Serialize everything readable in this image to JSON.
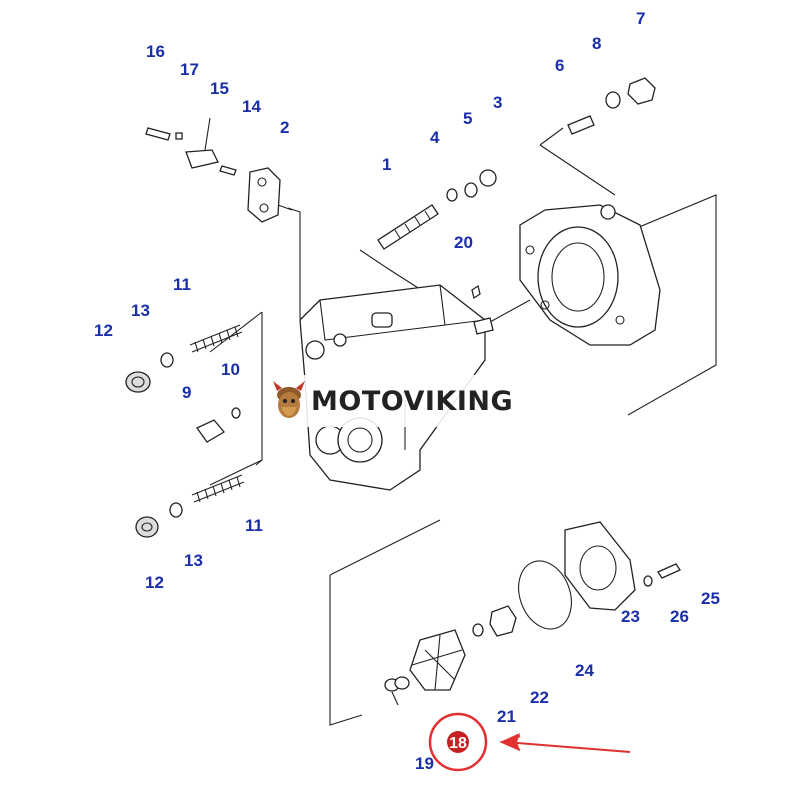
{
  "watermark": {
    "text": "MOTOVIKING"
  },
  "highlight": {
    "part": "18",
    "color": "#e03030"
  },
  "colors": {
    "label": "#1a2fa8",
    "arrow": "#e03030",
    "badge": "#c62020"
  },
  "labels": {
    "p1": "1",
    "p2": "2",
    "p3": "3",
    "p4": "4",
    "p5": "5",
    "p6": "6",
    "p7": "7",
    "p8": "8",
    "p9": "9",
    "p10": "10",
    "p11a": "11",
    "p11b": "11",
    "p12a": "12",
    "p12b": "12",
    "p13a": "13",
    "p13b": "13",
    "p14": "14",
    "p15": "15",
    "p16": "16",
    "p17": "17",
    "p19": "19",
    "p20": "20",
    "p21": "21",
    "p22": "22",
    "p23": "23",
    "p24": "24",
    "p25": "25",
    "p26": "26"
  }
}
